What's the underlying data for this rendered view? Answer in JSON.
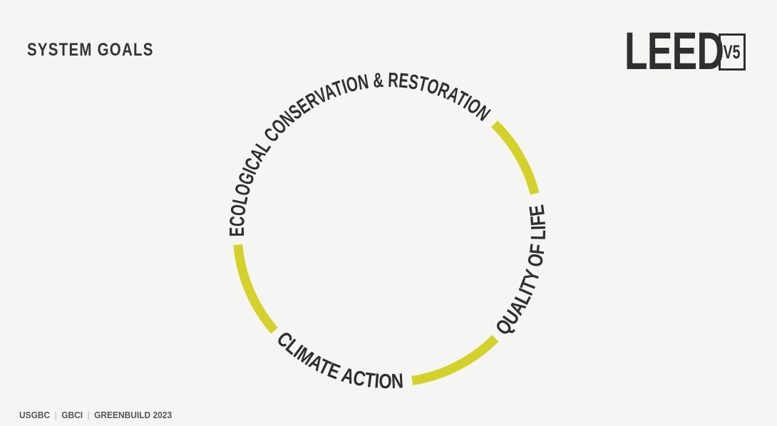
{
  "slide": {
    "title": "SYSTEM GOALS"
  },
  "logo": {
    "word": "LEED",
    "version": "V5"
  },
  "diagram": {
    "type": "circular-goals-ring",
    "accent_color": "#d4d22a",
    "text_color": "#2f2f2f",
    "goals": [
      {
        "label": "ECOLOGICAL CONSERVATION & RESTORATION",
        "position": "top-left"
      },
      {
        "label": "QUALITY OF LIFE",
        "position": "right"
      },
      {
        "label": "CLIMATE ACTION",
        "position": "bottom"
      }
    ]
  },
  "footer": {
    "items": [
      "USGBC",
      "GBCI",
      "GREENBUILD 2023"
    ],
    "separator": "|"
  }
}
